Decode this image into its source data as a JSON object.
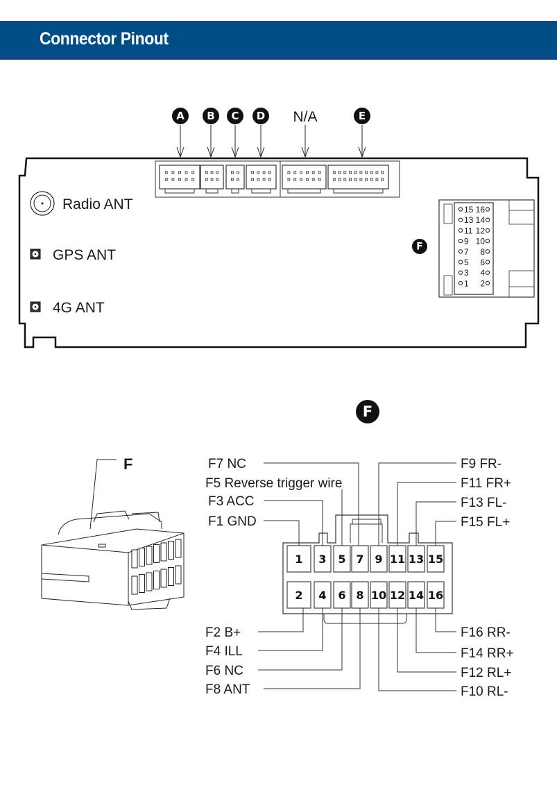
{
  "header": {
    "title": "Connector Pinout",
    "color": "#024c86"
  },
  "head_unit": {
    "top_connectors": [
      {
        "id": "A",
        "label": "A",
        "type": "badge",
        "pins_per_row": 5
      },
      {
        "id": "B",
        "label": "B",
        "type": "badge",
        "pins_per_row": 3
      },
      {
        "id": "C",
        "label": "C",
        "type": "badge",
        "pins_per_row": 2
      },
      {
        "id": "D",
        "label": "D",
        "type": "badge",
        "pins_per_row": 4
      },
      {
        "id": "NA",
        "label": "N/A",
        "type": "text",
        "pins_per_row": 6
      },
      {
        "id": "E",
        "label": "E",
        "type": "badge",
        "pins_per_row": 10
      }
    ],
    "antennas": [
      {
        "label": "Radio ANT",
        "icon": "radio-antenna-icon"
      },
      {
        "label": "GPS ANT",
        "icon": "gps-antenna-icon"
      },
      {
        "label": "4G ANT",
        "icon": "4g-antenna-icon"
      }
    ],
    "side_connector": {
      "badge": "F",
      "pin_rows": [
        [
          "15",
          "16"
        ],
        [
          "13",
          "14"
        ],
        [
          "11",
          "12"
        ],
        [
          "9",
          "10"
        ],
        [
          "7",
          "8"
        ],
        [
          "5",
          "6"
        ],
        [
          "3",
          "4"
        ],
        [
          "1",
          "2"
        ]
      ]
    }
  },
  "detail": {
    "badge": "F",
    "plug_label": "F",
    "top_row_pins": [
      "1",
      "3",
      "5",
      "7",
      "9",
      "11",
      "13",
      "15"
    ],
    "bottom_row_pins": [
      "2",
      "4",
      "6",
      "8",
      "10",
      "12",
      "14",
      "16"
    ],
    "left_top_labels": [
      "F7 NC",
      "F5 Reverse trigger wire",
      "F3 ACC",
      "F1 GND"
    ],
    "right_top_labels": [
      "F9 FR-",
      "F11 FR+",
      "F13 FL-",
      "F15 FL+"
    ],
    "left_bottom_labels": [
      "F2 B+",
      "F4 ILL",
      "F6 NC",
      "F8 ANT"
    ],
    "right_bottom_labels": [
      "F16 RR-",
      "F14 RR+",
      "F12 RL+",
      "F10 RL-"
    ]
  }
}
